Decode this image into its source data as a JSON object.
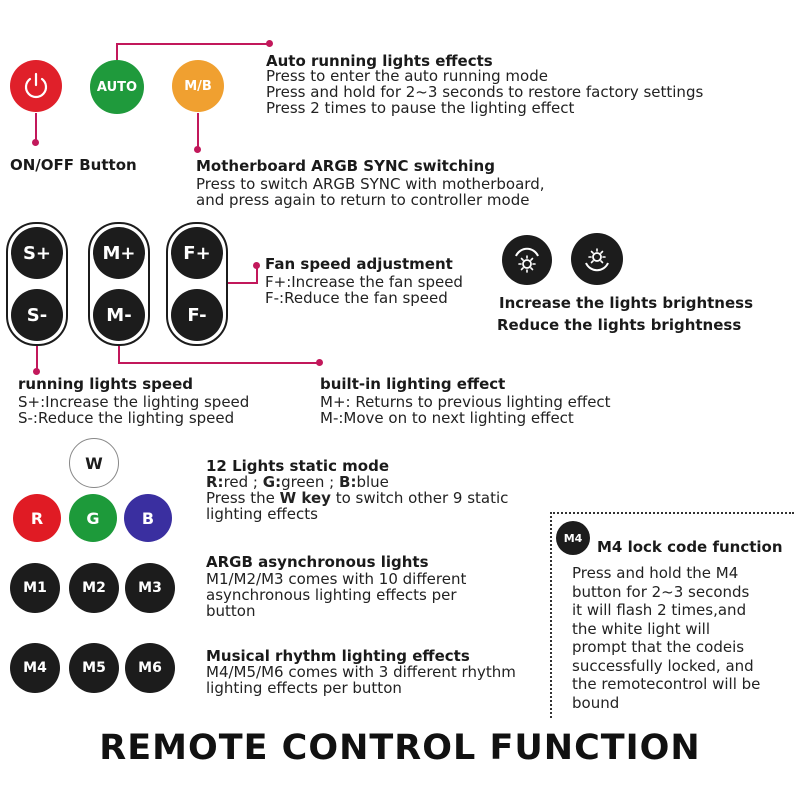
{
  "buttons": {
    "power_label": "",
    "auto": "AUTO",
    "mb": "M/B",
    "s_plus": "S+",
    "s_minus": "S-",
    "m_plus": "M+",
    "m_minus": "M-",
    "f_plus": "F+",
    "f_minus": "F-",
    "w": "W",
    "r": "R",
    "g": "G",
    "b": "B",
    "m1": "M1",
    "m2": "M2",
    "m3": "M3",
    "m4": "M4",
    "m5": "M5",
    "m6": "M6"
  },
  "colors": {
    "accent_line": "#c2185b",
    "power": "#e0202a",
    "auto": "#1f9a3c",
    "mb": "#f0a030",
    "red": "#e01b24",
    "green": "#1d9a3a",
    "blue": "#3a2fa0",
    "dark": "#1c1c1c"
  },
  "icons": [
    "power-icon",
    "brightness-up-icon",
    "brightness-down-icon"
  ],
  "on_off": {
    "title": "ON/OFF Button"
  },
  "auto_running": {
    "title": "Auto running lights effects",
    "lines": [
      "Press to enter the auto running mode",
      "Press and hold for 2~3 seconds to restore factory settings",
      "Press 2 times to pause the lighting effect"
    ]
  },
  "mb_sync": {
    "title": "Motherboard ARGB SYNC switching",
    "lines": [
      "Press to switch ARGB SYNC with motherboard,",
      "and press again to return to controller mode"
    ]
  },
  "fan_speed": {
    "title": "Fan speed adjustment",
    "lines": [
      "F+:Increase the fan speed",
      "F-:Reduce the fan speed"
    ]
  },
  "brightness": {
    "increase": "Increase the lights brightness",
    "reduce": "Reduce the lights brightness"
  },
  "running_speed": {
    "title": "running lights speed",
    "lines": [
      "S+:Increase the lighting speed",
      "S-:Reduce the lighting speed"
    ]
  },
  "builtin": {
    "title": "built-in lighting effect",
    "lines": [
      "M+: Returns to previous lighting effect",
      "M-:Move on to next lighting effect"
    ]
  },
  "static_mode": {
    "title": "12 Lights static mode",
    "r_key": "R:",
    "r_val": "red ;",
    "g_key": "G:",
    "g_val": "green ;",
    "b_key": "B:",
    "b_val": "blue",
    "line2_pre": "Press the ",
    "line2_key": "W key",
    "line2_post": " to switch other 9 static",
    "line3": "lighting  effects"
  },
  "argb_async": {
    "title": "ARGB asynchronous lights",
    "lines": [
      "M1/M2/M3 comes with 10 different",
      "asynchronous lighting effects per",
      "button"
    ]
  },
  "musical": {
    "title": "Musical rhythm lighting effects",
    "lines": [
      "M4/M5/M6 comes with 3 different rhythm",
      "lighting effects per button"
    ]
  },
  "m4_lock": {
    "badge": "M4",
    "title": "M4 lock code function",
    "lines": [
      "Press and hold the M4",
      "button for 2~3 seconds",
      "it will flash 2 times,and",
      "the white light will",
      "prompt that the codeis",
      "successfully locked, and",
      "the remotecontrol will be",
      "bound"
    ]
  },
  "footer": {
    "title": "REMOTE CONTROL FUNCTION"
  }
}
